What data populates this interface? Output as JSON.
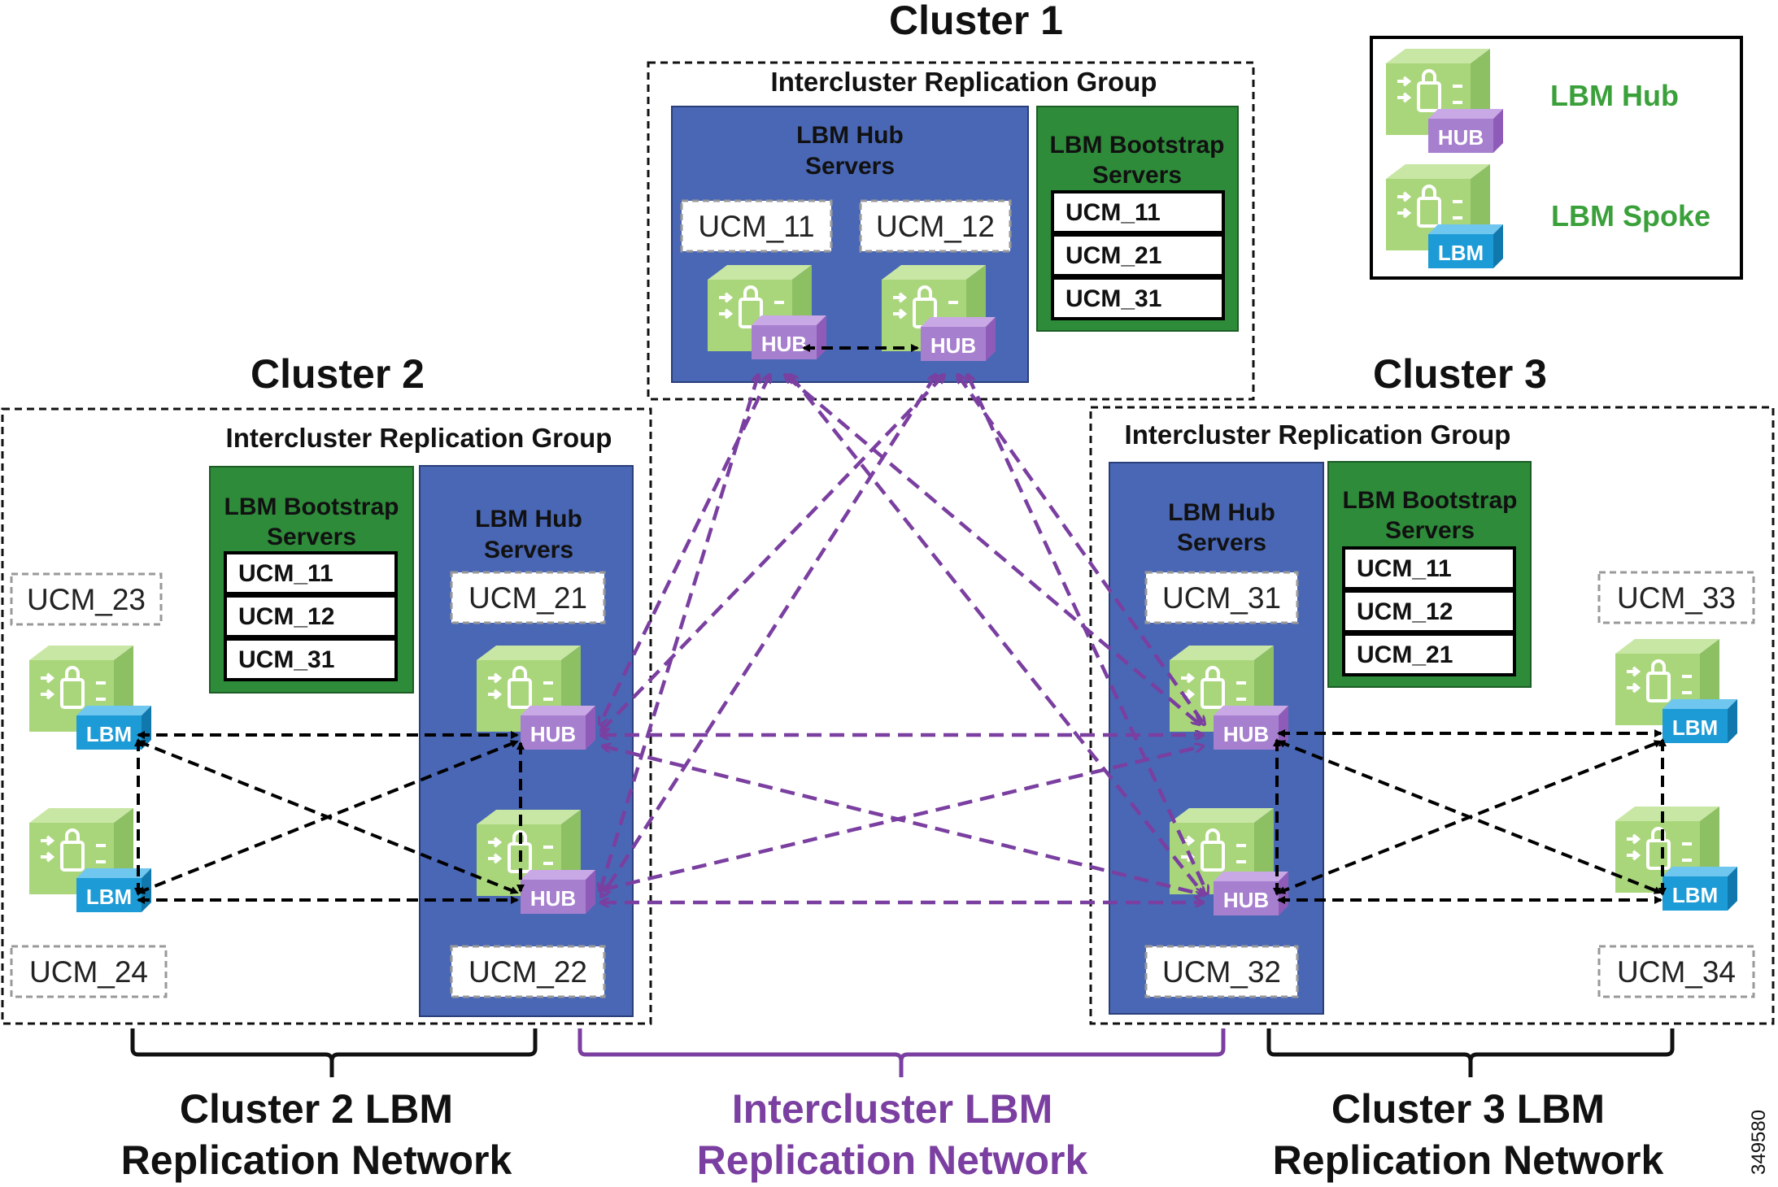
{
  "cluster1": {
    "title": "Cluster 1",
    "group_title": "Intercluster Replication Group",
    "hub_panel_title_line1": "LBM Hub",
    "hub_panel_title_line2": "Servers",
    "bootstrap_title_line1": "LBM Bootstrap",
    "bootstrap_title_line2": "Servers",
    "bootstrap_items": [
      "UCM_11",
      "UCM_21",
      "UCM_31"
    ],
    "hub_servers": [
      "UCM_11",
      "UCM_12"
    ]
  },
  "cluster2": {
    "title": "Cluster 2",
    "group_title": "Intercluster Replication Group",
    "hub_panel_title_line1": "LBM Hub",
    "hub_panel_title_line2": "Servers",
    "bootstrap_title_line1": "LBM Bootstrap",
    "bootstrap_title_line2": "Servers",
    "bootstrap_items": [
      "UCM_11",
      "UCM_12",
      "UCM_31"
    ],
    "hub_servers": [
      "UCM_21",
      "UCM_22"
    ],
    "spoke_servers": [
      "UCM_23",
      "UCM_24"
    ]
  },
  "cluster3": {
    "title": "Cluster 3",
    "group_title": "Intercluster Replication Group",
    "hub_panel_title_line1": "LBM Hub",
    "hub_panel_title_line2": "Servers",
    "bootstrap_title_line1": "LBM Bootstrap",
    "bootstrap_title_line2": "Servers",
    "bootstrap_items": [
      "UCM_11",
      "UCM_12",
      "UCM_21"
    ],
    "hub_servers": [
      "UCM_31",
      "UCM_32"
    ],
    "spoke_servers": [
      "UCM_33",
      "UCM_34"
    ]
  },
  "device_tags": {
    "hub": "HUB",
    "spoke": "LBM"
  },
  "legend": {
    "hub_label": "LBM Hub",
    "spoke_label": "LBM Spoke"
  },
  "bottom_labels": {
    "cluster2_line1": "Cluster 2 LBM",
    "cluster2_line2": "Replication Network",
    "intercluster_line1": "Intercluster LBM",
    "intercluster_line2": "Replication Network",
    "cluster3_line1": "Cluster 3 LBM",
    "cluster3_line2": "Replication Network"
  },
  "figure_id": "349580",
  "colors": {
    "hub_panel": "#4a67b5",
    "bootstrap_panel": "#2e8b3a",
    "hub_tag": "#a77fcf",
    "spoke_tag": "#1d9bd6",
    "device_body": "#a9d67a",
    "intercluster_link": "#7a3fa0",
    "local_link": "#000000",
    "legend_text": "#3aa03a"
  }
}
